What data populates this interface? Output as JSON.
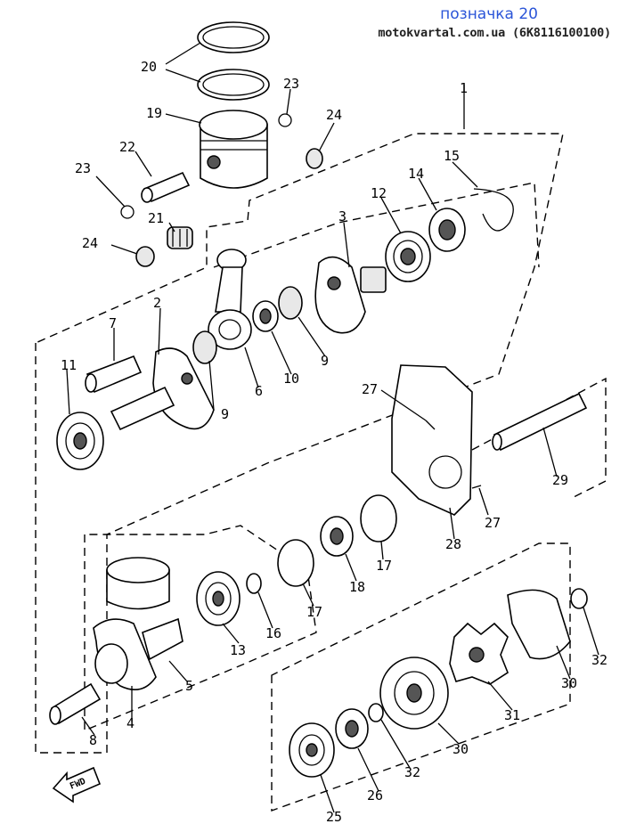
{
  "header": {
    "title": "позначка 20",
    "subtitle": "motokvartal.com.ua (6K8116100100)"
  },
  "diagram": {
    "fwd_label": "FWD",
    "callouts": [
      "1",
      "2",
      "3",
      "4",
      "5",
      "6",
      "7",
      "8",
      "9",
      "9",
      "10",
      "11",
      "12",
      "13",
      "14",
      "15",
      "16",
      "17",
      "17",
      "18",
      "19",
      "20",
      "21",
      "22",
      "23",
      "23",
      "24",
      "24",
      "25",
      "26",
      "27",
      "27",
      "28",
      "29",
      "30",
      "30",
      "31",
      "32",
      "32"
    ]
  }
}
